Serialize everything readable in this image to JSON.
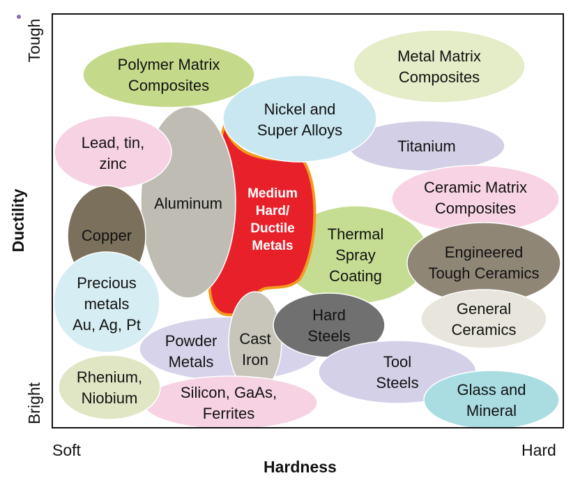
{
  "axes": {
    "x_title": "Hardness",
    "x_low": "Soft",
    "x_high": "Hard",
    "y_title": "Ductility",
    "y_high": "Tough",
    "y_low": "Bright"
  },
  "regions": {
    "metal_matrix": {
      "lines": [
        "Metal Matrix",
        "Composites"
      ],
      "color": "#e4ecc8"
    },
    "polymer_matrix": {
      "lines": [
        "Polymer Matrix",
        "Composites"
      ],
      "color": "#c5d98a"
    },
    "titanium": {
      "lines": [
        "Titanium"
      ],
      "color": "#d2cfe6"
    },
    "medium_hard": {
      "lines": [
        "Medium",
        "Hard/",
        "Ductile",
        "Metals"
      ],
      "color": "#e8202a",
      "outline": "#f39a1e"
    },
    "aluminum": {
      "lines": [
        "Aluminum"
      ],
      "color": "#bfbdb3"
    },
    "nickel": {
      "lines": [
        "Nickel and",
        "Super Alloys"
      ],
      "color": "#c9e7f1"
    },
    "lead_tin_zinc": {
      "lines": [
        "Lead, tin,",
        "zinc"
      ],
      "color": "#f6d2e2"
    },
    "copper": {
      "lines": [
        "Copper"
      ],
      "color": "#7b705c"
    },
    "thermal_spray": {
      "lines": [
        "Thermal",
        "Spray",
        "Coating"
      ],
      "color": "#c5dd92"
    },
    "ceramic_matrix": {
      "lines": [
        "Ceramic Matrix",
        "Composites"
      ],
      "color": "#f8d3e3"
    },
    "engineered_ceramics": {
      "lines": [
        "Engineered",
        "Tough Ceramics"
      ],
      "color": "#8f8676"
    },
    "general_ceramics": {
      "lines": [
        "General",
        "Ceramics"
      ],
      "color": "#e8e6dc"
    },
    "powder_metals": {
      "lines": [
        "Powder",
        "Metals"
      ],
      "color": "#d7d3ea"
    },
    "cast_iron": {
      "lines": [
        "Cast",
        "Iron"
      ],
      "color": "#c8c6bb"
    },
    "hard_steels": {
      "lines": [
        "Hard",
        "Steels"
      ],
      "color": "#707070"
    },
    "tool_steels": {
      "lines": [
        "Tool",
        "Steels"
      ],
      "color": "#d3d0e8"
    },
    "glass_mineral": {
      "lines": [
        "Glass and",
        "Mineral"
      ],
      "color": "#a9dde2"
    },
    "precious_metals": {
      "lines": [
        "Precious",
        "metals",
        "Au, Ag, Pt"
      ],
      "color": "#d6edf3"
    },
    "silicon": {
      "lines": [
        "Silicon, GaAs,",
        "Ferrites"
      ],
      "color": "#f6d2e2"
    },
    "rhenium": {
      "lines": [
        "Rhenium,",
        "Niobium"
      ],
      "color": "#e0e6c4"
    }
  }
}
